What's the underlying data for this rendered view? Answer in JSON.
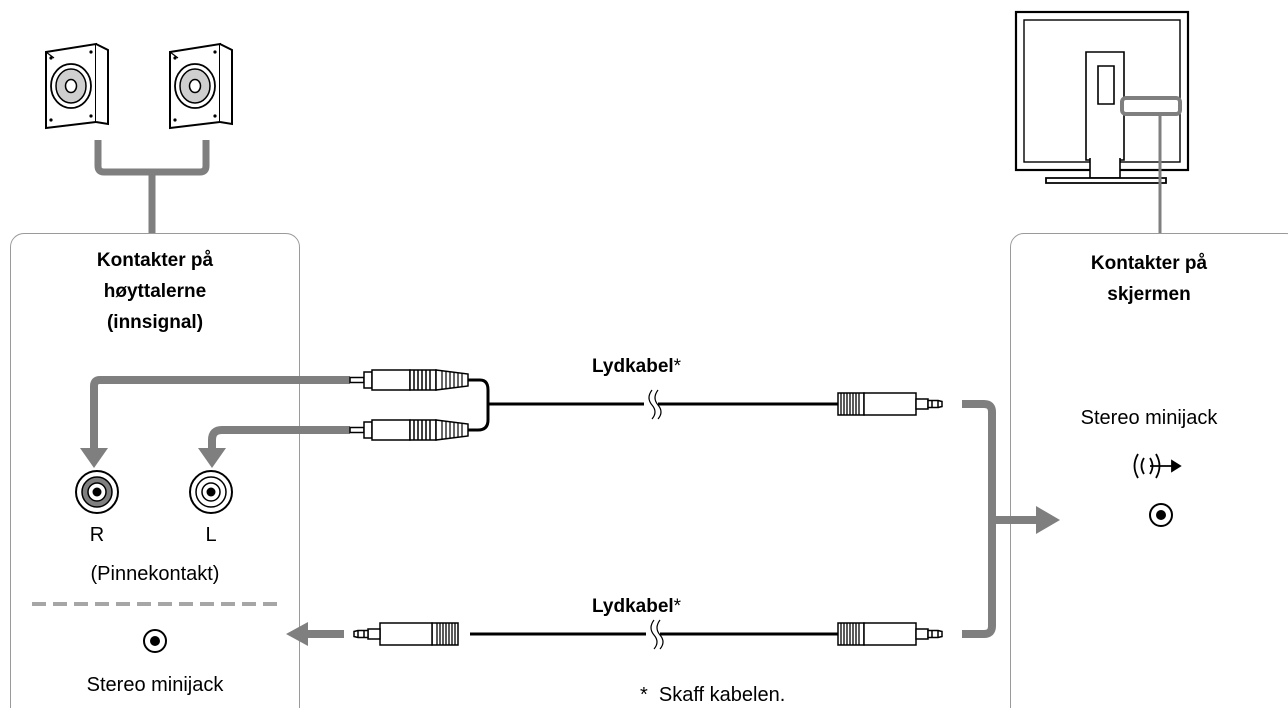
{
  "speaker_panel": {
    "title_lines": [
      "Kontakter på",
      "høyttalerne",
      "(innsignal)"
    ],
    "pin_right_label": "R",
    "pin_left_label": "L",
    "pin_caption": "(Pinnekontakt)",
    "minijack_label": "Stereo minijack"
  },
  "monitor_panel": {
    "title_lines": [
      "Kontakter på",
      "skjermen"
    ],
    "minijack_label": "Stereo minijack"
  },
  "cable_top": {
    "label": "Lydkabel",
    "mark": "*"
  },
  "cable_bottom": {
    "label": "Lydkabel",
    "mark": "*"
  },
  "footnote": "*  Skaff kabelen.",
  "colors": {
    "connector_gray": "#7f7f7f",
    "panel_border": "#9a9a9a",
    "ink": "#000000"
  }
}
